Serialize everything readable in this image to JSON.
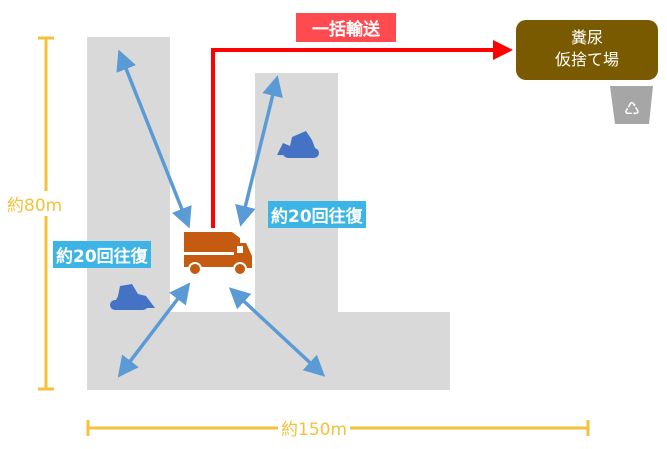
{
  "transport_label": "一括輸送",
  "destination": {
    "line1": "糞尿",
    "line2": "仮捨て場"
  },
  "round_trip_labels": [
    "約20回往復",
    "約20回往復"
  ],
  "dimensions": {
    "height": "約80m",
    "width": "約150m"
  },
  "colors": {
    "area": "#d9d9d9",
    "arrow": "#5b9bd5",
    "route": "#ff0000",
    "truck": "#c55a11",
    "dozer": "#4472c4",
    "dim": "#f5c13c",
    "box": "#7a5a00"
  }
}
